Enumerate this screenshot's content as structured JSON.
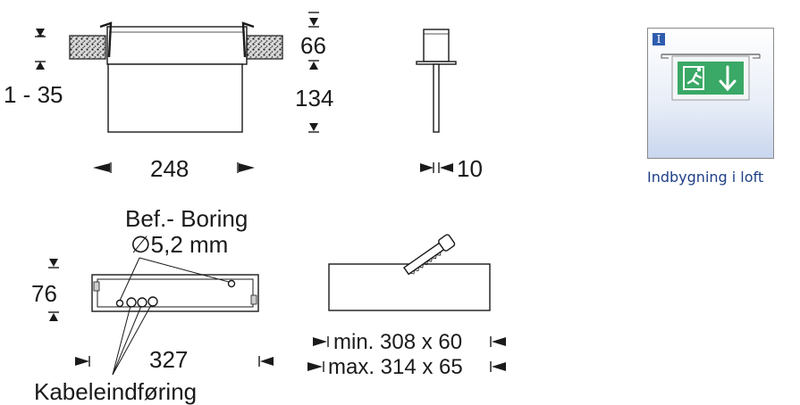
{
  "dimensions": {
    "ceiling_thickness": "1 - 35",
    "top_height": "66",
    "body_height": "134",
    "width": "248",
    "side_width": "10",
    "depth": "76",
    "length": "327"
  },
  "labels": {
    "fixing_hole_title": "Bef.- Boring",
    "fixing_hole_diameter": "∅5,2 mm",
    "cable_entry": "Kabeleindføring",
    "cutout_min": "min. 308 x 60",
    "cutout_max": "max. 314 x 65"
  },
  "product_panel": {
    "badge": "I",
    "caption": "Indbygning i loft",
    "sign_color": "#3aa866"
  }
}
